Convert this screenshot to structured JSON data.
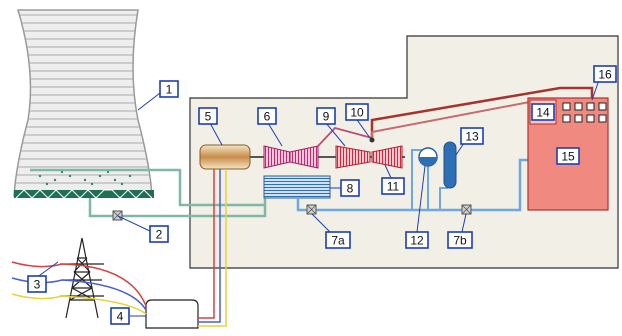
{
  "labels": {
    "l1": "1",
    "l2": "2",
    "l3": "3",
    "l4": "4",
    "l5": "5",
    "l6": "6",
    "l7a": "7a",
    "l7b": "7b",
    "l8": "8",
    "l9": "9",
    "l10": "10",
    "l11": "11",
    "l12": "12",
    "l13": "13",
    "l14": "14",
    "l15": "15",
    "l16": "16"
  },
  "colors": {
    "building": "#f2efe7",
    "tower": "#eeeeee",
    "tower_stroke": "#9a9a9a",
    "tower_base": "#1f6f55",
    "cooling_water": "#7fb8a8",
    "feed_water": "#6fa8dc",
    "steam": "#a8322e",
    "steam_light": "#c86b6b",
    "boiler": "#f08a80",
    "label_box": "#1c3fb5",
    "wire_red": "#d94040",
    "wire_blue": "#4a5fd4",
    "wire_yellow": "#e8d23a"
  }
}
